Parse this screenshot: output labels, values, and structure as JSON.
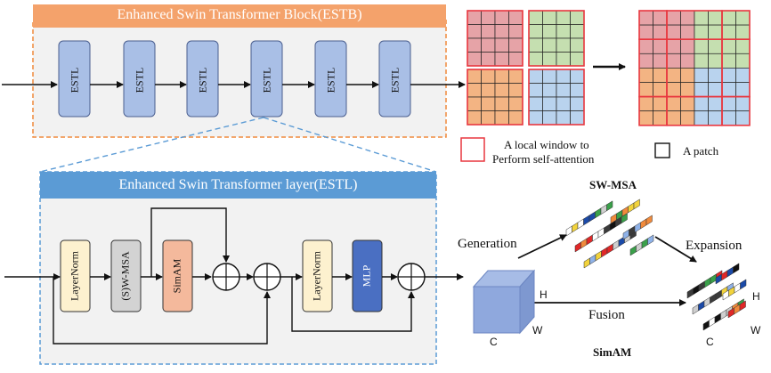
{
  "estb": {
    "title": "Enhanced Swin Transformer Block(ESTB)",
    "layer_label": "ESTL",
    "layer_count": 6
  },
  "estl": {
    "title": "Enhanced Swin Transformer layer(ESTL)",
    "layernorm1": "LayerNorm",
    "wmsa": "(S)W-MSA",
    "simam": "SimAM",
    "layernorm2": "LayerNorm",
    "mlp": "MLP"
  },
  "legend": {
    "window_line1": "A local window to",
    "window_line2": "Perform self-attention",
    "patch": "A patch"
  },
  "attention": {
    "sw_msa": "SW-MSA",
    "generation": "Generation",
    "expansion": "Expansion",
    "fusion": "Fusion",
    "simam": "SimAM",
    "cube_h": "H",
    "cube_c": "C",
    "cube_w": "W",
    "out_h": "H",
    "out_c": "C",
    "out_w": "W"
  },
  "colors": {
    "estb_border": "#f08a3c",
    "estb_header": "#f4a26b",
    "estl_border": "#5b9bd5",
    "estl_header": "#5b9bd5",
    "estl_block": "#a9bfe6",
    "layernorm": "#fdf1cf",
    "wmsa": "#d3d3d3",
    "simam": "#f4b99c",
    "mlp": "#4a6fc2",
    "window_red": "#e8373f",
    "quad_red": "#e6a3a7",
    "quad_green": "#c5dfb0",
    "quad_orange": "#f3b483",
    "quad_blue": "#b9d3ee",
    "cube": "#8fa8dd"
  }
}
